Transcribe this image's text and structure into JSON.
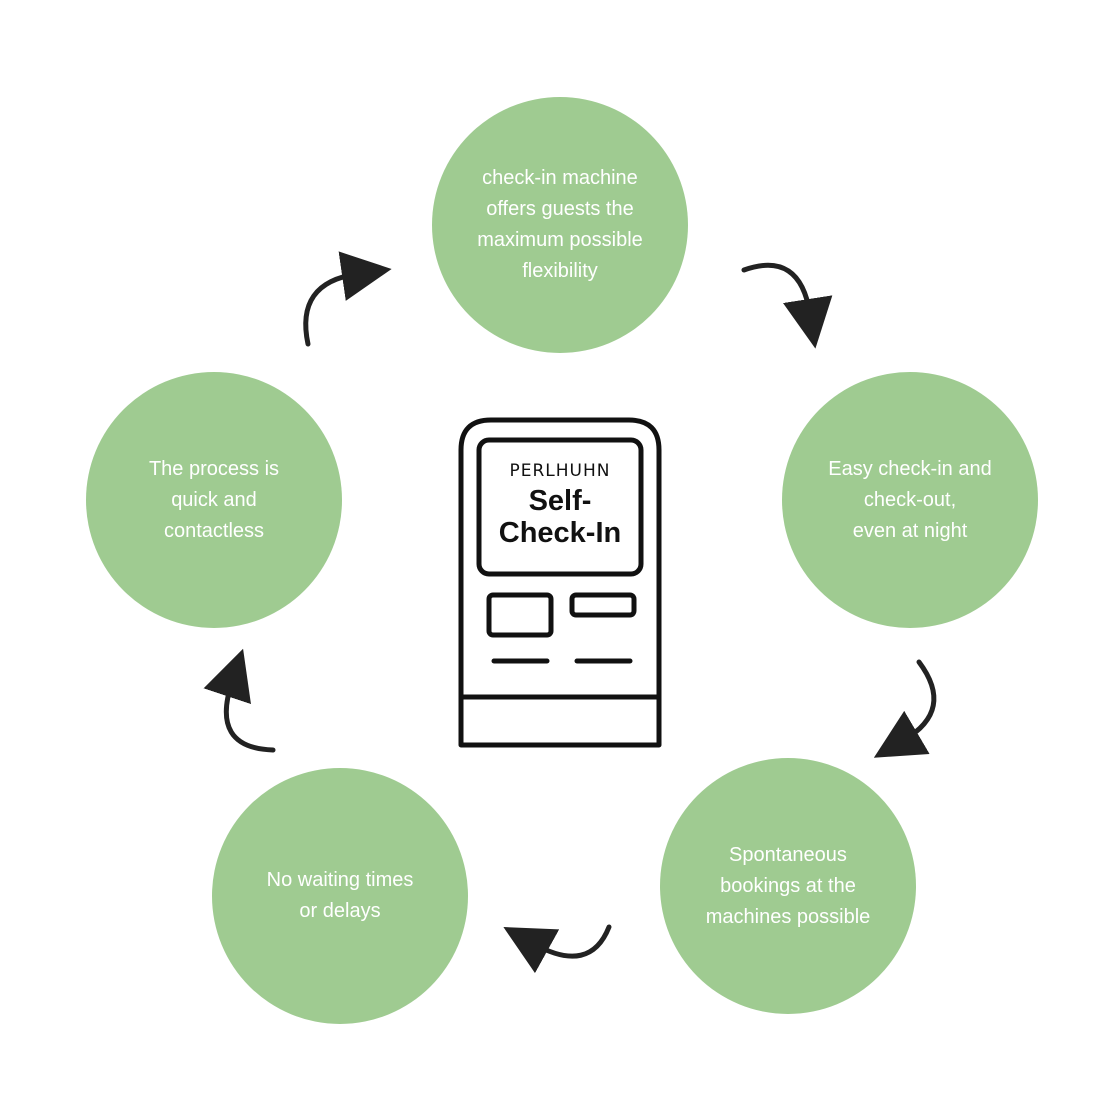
{
  "colors": {
    "circle_fill": "#9fcb91",
    "circle_text": "#ffffff",
    "outline": "#111111",
    "arrow": "#222222"
  },
  "cycle": [
    {
      "id": "top",
      "text": "check-in machine\noffers guests the\nmaximum possible\nflexibility"
    },
    {
      "id": "right",
      "text": "Easy check-in and\ncheck-out,\neven at night"
    },
    {
      "id": "bottom-right",
      "text": "Spontaneous\nbookings at the\nmachines possible"
    },
    {
      "id": "bottom-left",
      "text": "No waiting times\nor delays"
    },
    {
      "id": "left",
      "text": "The process is\nquick and\ncontactless"
    }
  ],
  "kiosk": {
    "brand": "PERLHUHN",
    "title": "Self-\nCheck-In"
  }
}
